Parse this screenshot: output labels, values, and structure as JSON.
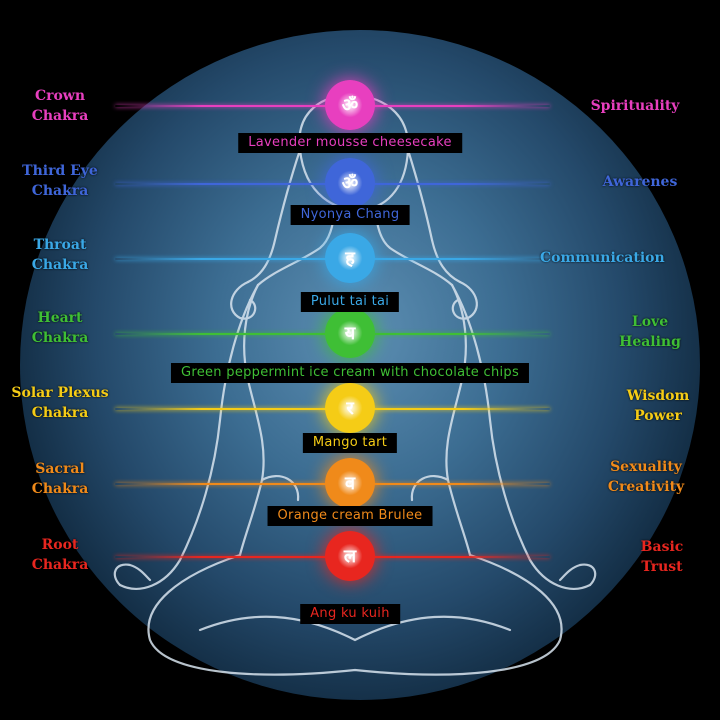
{
  "chakras": [
    {
      "key": "crown",
      "left_label": "Crown\nChakra",
      "right_label": "Spirituality",
      "food": "Lavender mousse cheesecake",
      "color": "#e83fbf",
      "symbol": "ॐ"
    },
    {
      "key": "third-eye",
      "left_label": "Third Eye\nChakra",
      "right_label": "Awarenes",
      "food": "Nyonya Chang",
      "color": "#3f66d9",
      "symbol": "ॐ"
    },
    {
      "key": "throat",
      "left_label": "Throat\nChakra",
      "right_label": "Communication",
      "food": "Pulut tai tai",
      "color": "#3aa8e6",
      "symbol": "ह"
    },
    {
      "key": "heart",
      "left_label": "Heart\nChakra",
      "right_label": "Love\nHealing",
      "food": "Green peppermint ice cream with chocolate chips",
      "color": "#3fbf35",
      "symbol": "य"
    },
    {
      "key": "solar-plexus",
      "left_label": "Solar Plexus\nChakra",
      "right_label": "Wisdom\nPower",
      "food": "Mango tart",
      "color": "#f5cc16",
      "symbol": "र"
    },
    {
      "key": "sacral",
      "left_label": "Sacral\nChakra",
      "right_label": "Sexuality\nCreativity",
      "food": "Orange cream Brulee",
      "color": "#f08a1a",
      "symbol": "व"
    },
    {
      "key": "root",
      "left_label": "Root\nChakra",
      "right_label": "Basic\nTrust",
      "food": "Ang ku kuih",
      "color": "#e8261f",
      "symbol": "ल"
    }
  ]
}
